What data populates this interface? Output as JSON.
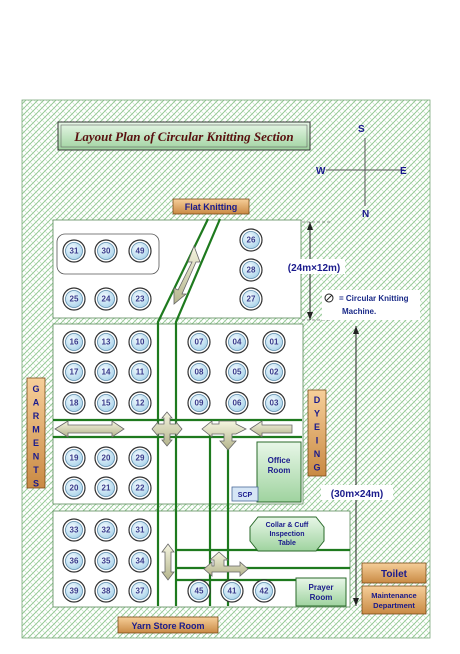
{
  "title": "Layout Plan of Circular Knitting Section",
  "compass": {
    "north": "S",
    "south": "N",
    "west": "W",
    "east": "E"
  },
  "areas": {
    "flat_knitting": "Flat Knitting",
    "garments": "GARMENTS",
    "dyeing": "DYEING",
    "office_room": "Office Room",
    "scp": "SCP",
    "collar_cuff": "Collar & Cuff Inspection Table",
    "prayer_room": "Prayer Room",
    "toilet": "Toilet",
    "maintenance": "Maintenance Department",
    "yarn_store": "Yarn Store Room"
  },
  "dimensions": {
    "upper": "(24m×12m)",
    "lower": "(30m×24m)"
  },
  "legend": {
    "line1": "= Circular Knitting",
    "line2": "Machine."
  },
  "machines": {
    "top": [
      "31",
      "30",
      "49",
      "25",
      "24",
      "23",
      "26",
      "28",
      "27"
    ],
    "middle": [
      "16",
      "13",
      "10",
      "07",
      "04",
      "01",
      "17",
      "14",
      "11",
      "08",
      "05",
      "02",
      "18",
      "15",
      "12",
      "09",
      "06",
      "03",
      "19",
      "20",
      "29",
      "20",
      "21",
      "22"
    ],
    "bottom": [
      "33",
      "32",
      "31",
      "36",
      "35",
      "34",
      "39",
      "38",
      "37",
      "45",
      "41",
      "42"
    ]
  },
  "colors": {
    "hatch": "#7bbf7b",
    "line_green": "#1e7a1e",
    "machine_fill": "#c6e3f2",
    "label_bg": "#e8b06c",
    "label_text": "#1a1a8c"
  }
}
